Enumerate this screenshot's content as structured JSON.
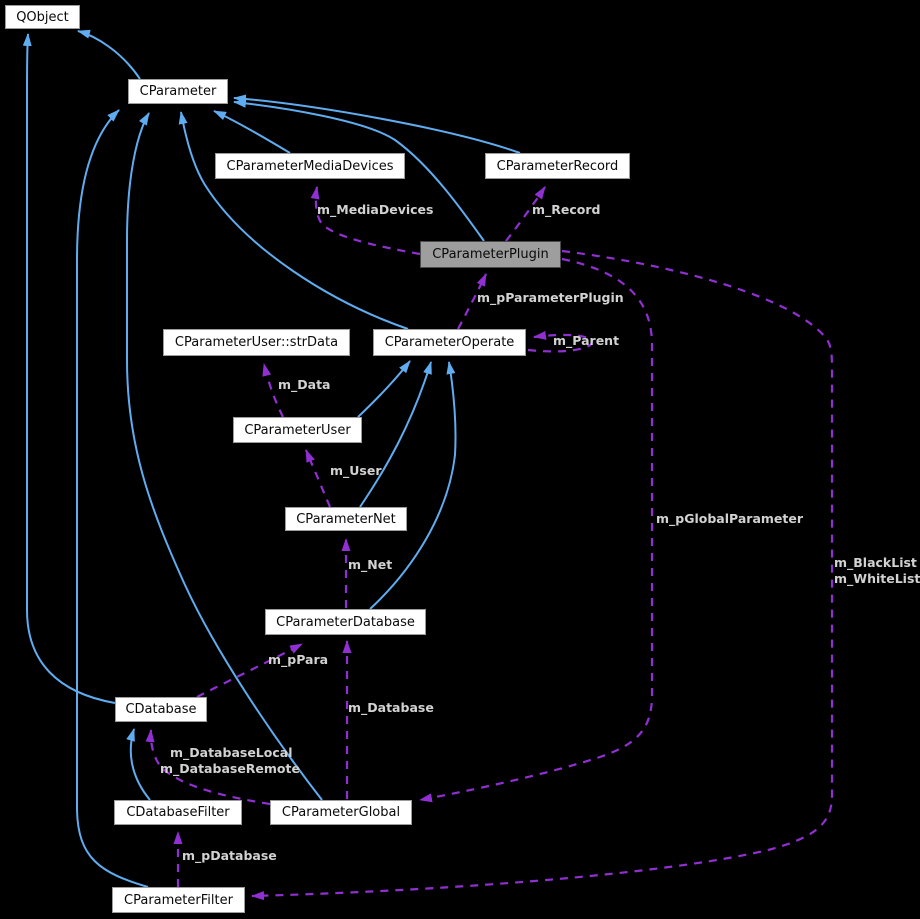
{
  "diagram": {
    "type": "doxygen-collaboration-graph",
    "subject": "CParameterPlugin",
    "colors": {
      "background": "#000000",
      "inheritance_edge": "#5fadf0",
      "member_edge": "#9130d2",
      "node_background": "#ffffff",
      "node_border": "#9c9c9c",
      "node_text": "#0a0a0a",
      "subject_node_background": "#9e9e9e",
      "subject_node_border": "#4b4b4b",
      "edge_label_text": "#d2d2d2"
    },
    "nodes": [
      {
        "id": "qobject",
        "label": "QObject"
      },
      {
        "id": "cparameter",
        "label": "CParameter"
      },
      {
        "id": "cparametermediadevices",
        "label": "CParameterMediaDevices"
      },
      {
        "id": "cparameterrecord",
        "label": "CParameterRecord"
      },
      {
        "id": "cparameterplugin",
        "label": "CParameterPlugin"
      },
      {
        "id": "cparameteruser-strdata",
        "label": "CParameterUser::strData"
      },
      {
        "id": "cparameteroperate",
        "label": "CParameterOperate"
      },
      {
        "id": "cparameteruser",
        "label": "CParameterUser"
      },
      {
        "id": "cparameternet",
        "label": "CParameterNet"
      },
      {
        "id": "cparameterdatabase",
        "label": "CParameterDatabase"
      },
      {
        "id": "cdatabase",
        "label": "CDatabase"
      },
      {
        "id": "cdatabasefilter",
        "label": "CDatabaseFilter"
      },
      {
        "id": "cparameterglobal",
        "label": "CParameterGlobal"
      },
      {
        "id": "cparameterfilter",
        "label": "CParameterFilter"
      }
    ],
    "edge_labels": [
      {
        "text": "m_MediaDevices"
      },
      {
        "text": "m_Record"
      },
      {
        "text": "m_pParameterPlugin"
      },
      {
        "text": "m_Parent"
      },
      {
        "text": "m_Data"
      },
      {
        "text": "m_User"
      },
      {
        "text": "m_Net"
      },
      {
        "text": "m_pGlobalParameter"
      },
      {
        "text": "m_BlackList"
      },
      {
        "text": "m_WhiteList"
      },
      {
        "text": "m_pPara"
      },
      {
        "text": "m_Database"
      },
      {
        "text": "m_DatabaseLocal"
      },
      {
        "text": "m_DatabaseRemote"
      },
      {
        "text": "m_pDatabase"
      }
    ],
    "relations": {
      "inheritance": [
        {
          "from": "CParameter",
          "to": "QObject"
        },
        {
          "from": "CDatabase",
          "to": "QObject"
        },
        {
          "from": "CParameterMediaDevices",
          "to": "CParameter"
        },
        {
          "from": "CParameterRecord",
          "to": "CParameter"
        },
        {
          "from": "CParameterPlugin",
          "to": "CParameter"
        },
        {
          "from": "CParameterOperate",
          "to": "CParameter"
        },
        {
          "from": "CParameterGlobal",
          "to": "CParameter"
        },
        {
          "from": "CParameterFilter",
          "to": "CParameter"
        },
        {
          "from": "CParameterUser",
          "to": "CParameterOperate"
        },
        {
          "from": "CParameterNet",
          "to": "CParameterOperate"
        },
        {
          "from": "CParameterDatabase",
          "to": "CParameterOperate"
        },
        {
          "from": "CDatabaseFilter",
          "to": "CDatabase"
        }
      ],
      "members": [
        {
          "owner": "CParameterPlugin",
          "type": "CParameterMediaDevices",
          "label": "m_MediaDevices"
        },
        {
          "owner": "CParameterPlugin",
          "type": "CParameterRecord",
          "label": "m_Record"
        },
        {
          "owner": "CParameterOperate",
          "type": "CParameterPlugin",
          "label": "m_pParameterPlugin"
        },
        {
          "owner": "CParameterOperate",
          "type": "CParameterOperate",
          "label": "m_Parent"
        },
        {
          "owner": "CParameterUser",
          "type": "CParameterUser::strData",
          "label": "m_Data"
        },
        {
          "owner": "CParameterNet",
          "type": "CParameterUser",
          "label": "m_User"
        },
        {
          "owner": "CParameterDatabase",
          "type": "CParameterNet",
          "label": "m_Net"
        },
        {
          "owner": "CParameterPlugin",
          "type": "CParameterGlobal",
          "label": "m_pGlobalParameter"
        },
        {
          "owner": "CParameterPlugin",
          "type": "CParameterFilter",
          "label": "m_BlackList m_WhiteList"
        },
        {
          "owner": "CDatabase",
          "type": "CParameterDatabase",
          "label": "m_pPara"
        },
        {
          "owner": "CParameterGlobal",
          "type": "CParameterDatabase",
          "label": "m_Database"
        },
        {
          "owner": "CParameterGlobal",
          "type": "CDatabase",
          "label": "m_DatabaseLocal m_DatabaseRemote"
        },
        {
          "owner": "CParameterFilter",
          "type": "CDatabaseFilter",
          "label": "m_pDatabase"
        }
      ]
    }
  }
}
